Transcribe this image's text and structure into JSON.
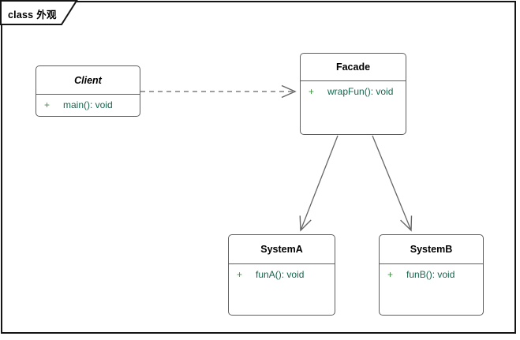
{
  "frame": {
    "keyword": "class",
    "diagram_name": "外观"
  },
  "classes": [
    {
      "name": "Client",
      "members": [
        {
          "visibility": "+",
          "signature": "main(): void"
        }
      ]
    },
    {
      "name": "Facade",
      "members": [
        {
          "visibility": "+",
          "signature": "wrapFun(): void"
        }
      ]
    },
    {
      "name": "SystemA",
      "members": [
        {
          "visibility": "+",
          "signature": "funA(): void"
        }
      ]
    },
    {
      "name": "SystemB",
      "members": [
        {
          "visibility": "+",
          "signature": "funB(): void"
        }
      ]
    }
  ],
  "relationships": [
    {
      "type": "dependency",
      "from": "Client",
      "to": "Facade",
      "line": "dashed",
      "arrowhead": "open"
    },
    {
      "type": "directed-association",
      "from": "Facade",
      "to": "SystemA",
      "line": "solid",
      "arrowhead": "open"
    },
    {
      "type": "directed-association",
      "from": "Facade",
      "to": "SystemB",
      "line": "solid",
      "arrowhead": "open"
    }
  ],
  "colors": {
    "background": "#ffffff",
    "frame_border": "#141414",
    "class_border": "#5e5e5e",
    "connector": "#666666",
    "visibility_green": "#3f9140",
    "member_text_green": "#17654e",
    "title_text": "#000000"
  }
}
